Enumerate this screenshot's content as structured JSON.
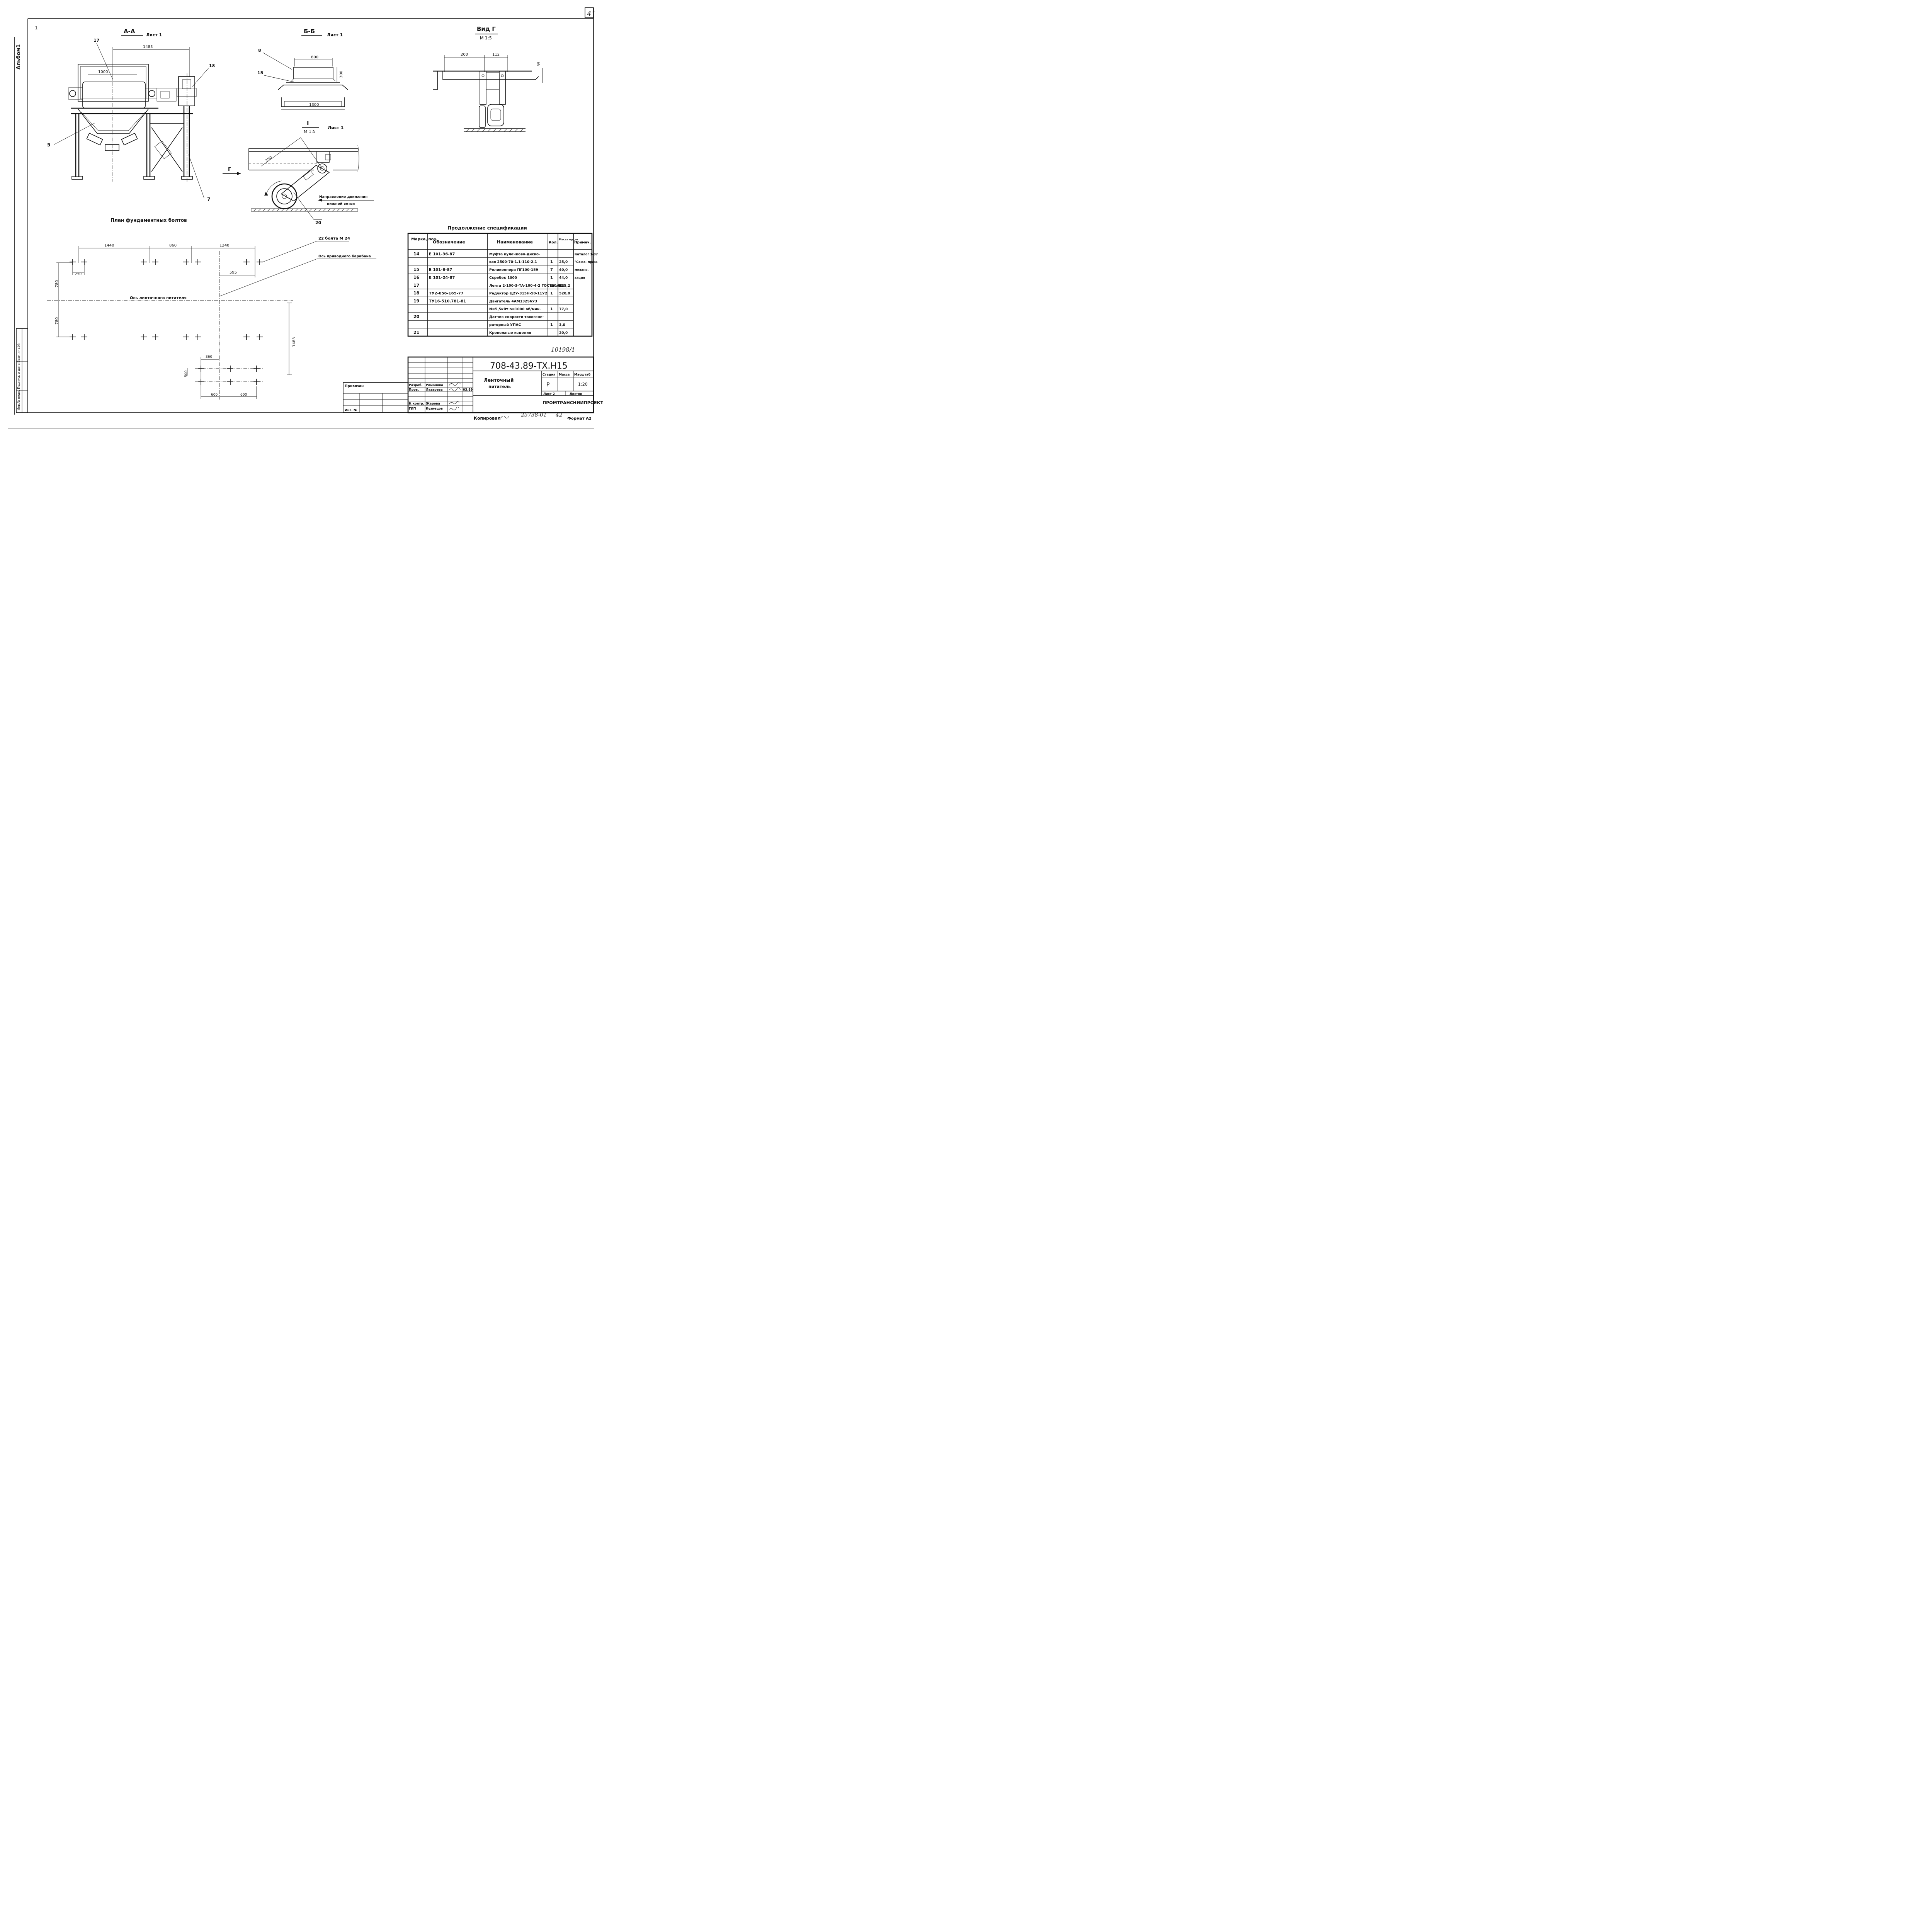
{
  "sheet": {
    "number": "41",
    "album_label": "Альбом1",
    "mark_1": "1"
  },
  "section_aa": {
    "title": "А-А",
    "sheet_ref": "Лист 1",
    "dims": [
      "1483",
      "1000"
    ],
    "callouts": [
      "17",
      "18",
      "5",
      "7"
    ]
  },
  "section_bb": {
    "title": "Б-Б",
    "sheet_ref": "Лист 1",
    "dims": [
      "800",
      "300",
      "1300"
    ],
    "callouts": [
      "8",
      "15"
    ]
  },
  "view_g": {
    "title": "Вид Г",
    "scale": "М 1:5",
    "dims": [
      "200",
      "112",
      "35"
    ]
  },
  "detail_i": {
    "title": "I",
    "scale": "М 1:5",
    "sheet_ref": "Лист 1",
    "dim": "250",
    "arrow_label": "Г",
    "direction_note_1": "Направление движения",
    "direction_note_2": "нижней ветви",
    "callout": "20"
  },
  "plan": {
    "title": "План фундаментных болтов",
    "dims_top": [
      "1440",
      "860",
      "1240"
    ],
    "dim_250": "250",
    "dim_595": "595",
    "dim_780a": "780",
    "dim_780b": "780",
    "dim_1483": "1483",
    "dim_360": "360",
    "dim_500": "500",
    "dim_600a": "600",
    "dim_600b": "600",
    "bolts_note": "22 болта М 24",
    "drive_drum_axis": "Ось приводного барабана",
    "feeder_axis": "Ось ленточного питателя"
  },
  "spec": {
    "title": "Продолжение спецификации",
    "headers": [
      "Марка, поз.",
      "Обозначение",
      "Наименование",
      "Кол.",
      "Масса ед.,кг",
      "Примеч."
    ],
    "rows": [
      [
        "14",
        "Е 101-36-87",
        "Муфта кулачково-диско-",
        "",
        "",
        "Каталог 1-87"
      ],
      [
        "",
        "",
        "вая 2500-70-1.1-110-2.1",
        "1",
        "25,0",
        "\"Союз- пром-"
      ],
      [
        "15",
        "Е 101-8-87",
        "Роликоопора ПГ100-159",
        "7",
        "40,0",
        "механи-"
      ],
      [
        "16",
        "Е 101-24-87",
        "Скребок 1000",
        "1",
        "44,0",
        "зация"
      ],
      [
        "17",
        "",
        "Лента 2-100-3-ТА-100-4-2 ГОСТ20-85*",
        "9п.м",
        "115,2",
        ""
      ],
      [
        "18",
        "ТУ2-056-165-77",
        "Редуктор Ц2У-315Н-50-11У2",
        "1",
        "520,0",
        ""
      ],
      [
        "19",
        "ТУ16-510.781-81",
        "Двигатель 4АМ132S6У3",
        "",
        "",
        ""
      ],
      [
        "",
        "",
        "N=5,5кВт  n=1000 об/мин.",
        "1",
        "77,0",
        ""
      ],
      [
        "20",
        "",
        "Датчик скорости тахогене-",
        "",
        "",
        ""
      ],
      [
        "",
        "",
        "раторный УПАС",
        "1",
        "3,0",
        ""
      ],
      [
        "21",
        "",
        "Крепежные изделия",
        "",
        "20,0",
        ""
      ]
    ]
  },
  "title_block": {
    "doc_number_hand": "10198/1",
    "doc_code": "708-43.89-ТХ.Н15",
    "object_name_1": "Ленточный",
    "object_name_2": "питатель",
    "stage_header": "Стадия",
    "mass_header": "Масса",
    "scale_header": "Масштаб",
    "stage": "Р",
    "scale": "1:20",
    "sheet_label": "Лист 2",
    "sheets_label": "Листов",
    "organization": "ПРОМТРАНСНИИПРОЕКТ",
    "bound_label": "Привязан",
    "inv_label": "Инв. №",
    "roles": [
      {
        "role": "Разраб.",
        "name": "Романова"
      },
      {
        "role": "Пров.",
        "name": "Лазарева"
      },
      {
        "role": "Н.контр.",
        "name": "Жарова"
      },
      {
        "role": "ГИП",
        "name": "Кузнецов"
      }
    ],
    "date": "03.89",
    "side_stamp": "Инв.№ подл.  Подпись и дата  Взам.инв.№"
  },
  "footer": {
    "copied_by": "Копировал",
    "archive_number": "25738-01",
    "page": "42",
    "format": "Формат А2"
  }
}
